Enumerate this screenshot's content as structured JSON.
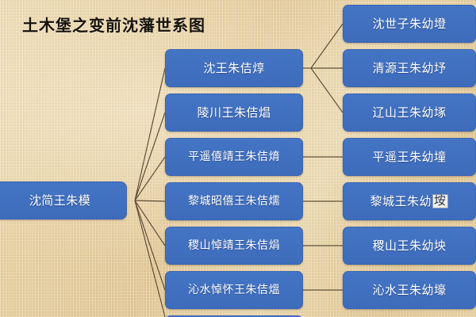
{
  "title": "土木堡之变前沈藩世系图",
  "palette": {
    "node_fill": "#4170c0",
    "node_border": "#3a66b4",
    "node_text": "#ffffff",
    "background": "#e9d2a0",
    "connector": "#5a4a33",
    "title_text": "#16120c",
    "glyph_box_fill": "#f2efe6",
    "glyph_box_text": "#24324f"
  },
  "root": {
    "label": "沈简王朱模"
  },
  "generation2": [
    {
      "label": "沈王朱佶焞"
    },
    {
      "label": "陵川王朱佶焻"
    },
    {
      "label": "平遥僖靖王朱佶焴"
    },
    {
      "label": "黎城昭僖王朱佶燸"
    },
    {
      "label": "稷山悼靖王朱佶焆"
    },
    {
      "label": "沁水悼怀王朱佶熅"
    },
    {
      "label": ""
    }
  ],
  "generation3": [
    {
      "label": "沈世子朱幼墱"
    },
    {
      "label": "清源王朱幼㘧"
    },
    {
      "label": "辽山王朱幼㙇"
    },
    {
      "label": "平遥王朱幼墥"
    },
    {
      "label_prefix": "黎城王朱幼",
      "label_glyph": "垵",
      "label": "黎城王朱幼垵"
    },
    {
      "label": "稷山王朱幼坱"
    },
    {
      "label": "沁水王朱幼壕"
    }
  ]
}
